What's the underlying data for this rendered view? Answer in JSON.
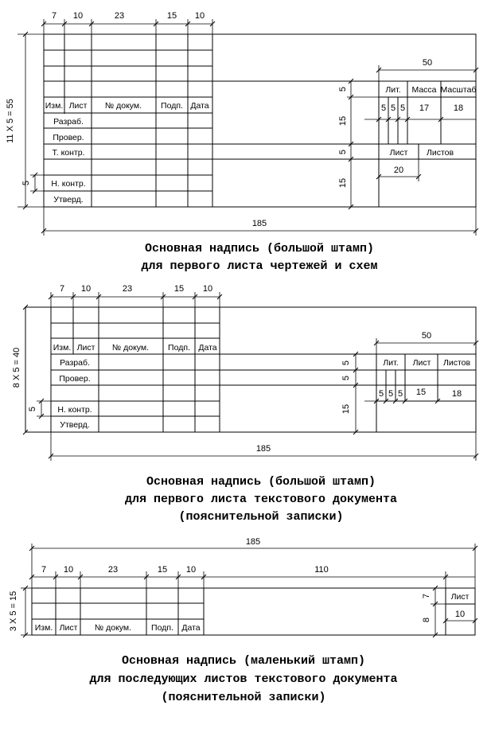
{
  "stamp1": {
    "caption": [
      "Основная надпись (большой штамп)",
      "для первого листа чертежей и схем"
    ],
    "top_dims": [
      "7",
      "10",
      "23",
      "15",
      "10"
    ],
    "header": [
      "Изм.",
      "Лист",
      "№ докум.",
      "Подп.",
      "Дата"
    ],
    "rows": [
      "Разраб.",
      "Провер.",
      "Т. контр.",
      "Н. контр.",
      "Утверд."
    ],
    "rows_dim": "11 X 5 = 55",
    "small_dim": "5",
    "width_dim": "185",
    "right": {
      "w50": "50",
      "lit": "Лит.",
      "massa": "Масса",
      "masshtab": "Масштаб",
      "d5": "5",
      "d17": "17",
      "d18": "18",
      "list": "Лист",
      "listov": "Листов",
      "d20": "20",
      "v5": "5",
      "v15": "15"
    }
  },
  "stamp2": {
    "caption": [
      "Основная надпись (большой штамп)",
      "для первого листа текстового документа",
      "(пояснительной записки)"
    ],
    "top_dims": [
      "7",
      "10",
      "23",
      "15",
      "10"
    ],
    "header": [
      "Изм.",
      "Лист",
      "№ докум.",
      "Подп.",
      "Дата"
    ],
    "rows": [
      "Разраб.",
      "Провер.",
      "Н. контр.",
      "Утверд."
    ],
    "rows_dim": "8 X 5 = 40",
    "small_dim": "5",
    "width_dim": "185",
    "right": {
      "w50": "50",
      "lit": "Лит.",
      "list": "Лист",
      "listov": "Листов",
      "d5": "5",
      "d15": "15",
      "d18": "18",
      "v5": "5",
      "v15": "15"
    }
  },
  "stamp3": {
    "caption": [
      "Основная надпись (маленький штамп)",
      "для последующих листов текстового документа",
      "(пояснительной записки)"
    ],
    "width_dim": "185",
    "top_dims": [
      "7",
      "10",
      "23",
      "15",
      "10",
      "110"
    ],
    "header": [
      "Изм.",
      "Лист",
      "№ докум.",
      "Подп.",
      "Дата"
    ],
    "rows_dim": "3 X 5 = 15",
    "list": "Лист",
    "d7": "7",
    "d8": "8",
    "d10": "10"
  }
}
